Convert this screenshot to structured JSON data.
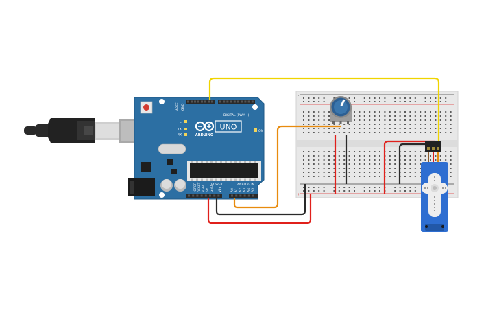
{
  "board": {
    "logo_text": "UNO",
    "brand_text": "ARDUINO",
    "digital_header": "DIGITAL (PWM~)",
    "power_header": "POWER",
    "analog_header": "ANALOG IN",
    "on_label": "ON",
    "aref_label": "AREF",
    "gnd_label": "GND",
    "l_label": "L",
    "tx_label": "TX",
    "rx_label": "RX",
    "ioref_label": "IOREF",
    "reset_label": "RESET",
    "v33_label": "3.3V",
    "v5_label": "5V",
    "gnd2_label": "GND",
    "vin_label": "Vin",
    "a0_label": "A0",
    "a1_label": "A1",
    "a2_label": "A2",
    "a3_label": "A3",
    "a4_label": "A4",
    "a5_label": "A5"
  },
  "breadboard": {
    "plus_label": "+",
    "minus_label": "-"
  },
  "colors": {
    "board_blue": "#2c6fa3",
    "wire_yellow": "#f0d400",
    "wire_orange": "#e88b0e",
    "wire_red": "#e0201b",
    "wire_black": "#2a2a2a",
    "servo_blue": "#2e6ed1",
    "pot_blue": "#2c5f93"
  },
  "icons": [
    "usb-cable-icon",
    "potentiometer-icon",
    "servo-motor-icon",
    "reset-button-icon"
  ]
}
